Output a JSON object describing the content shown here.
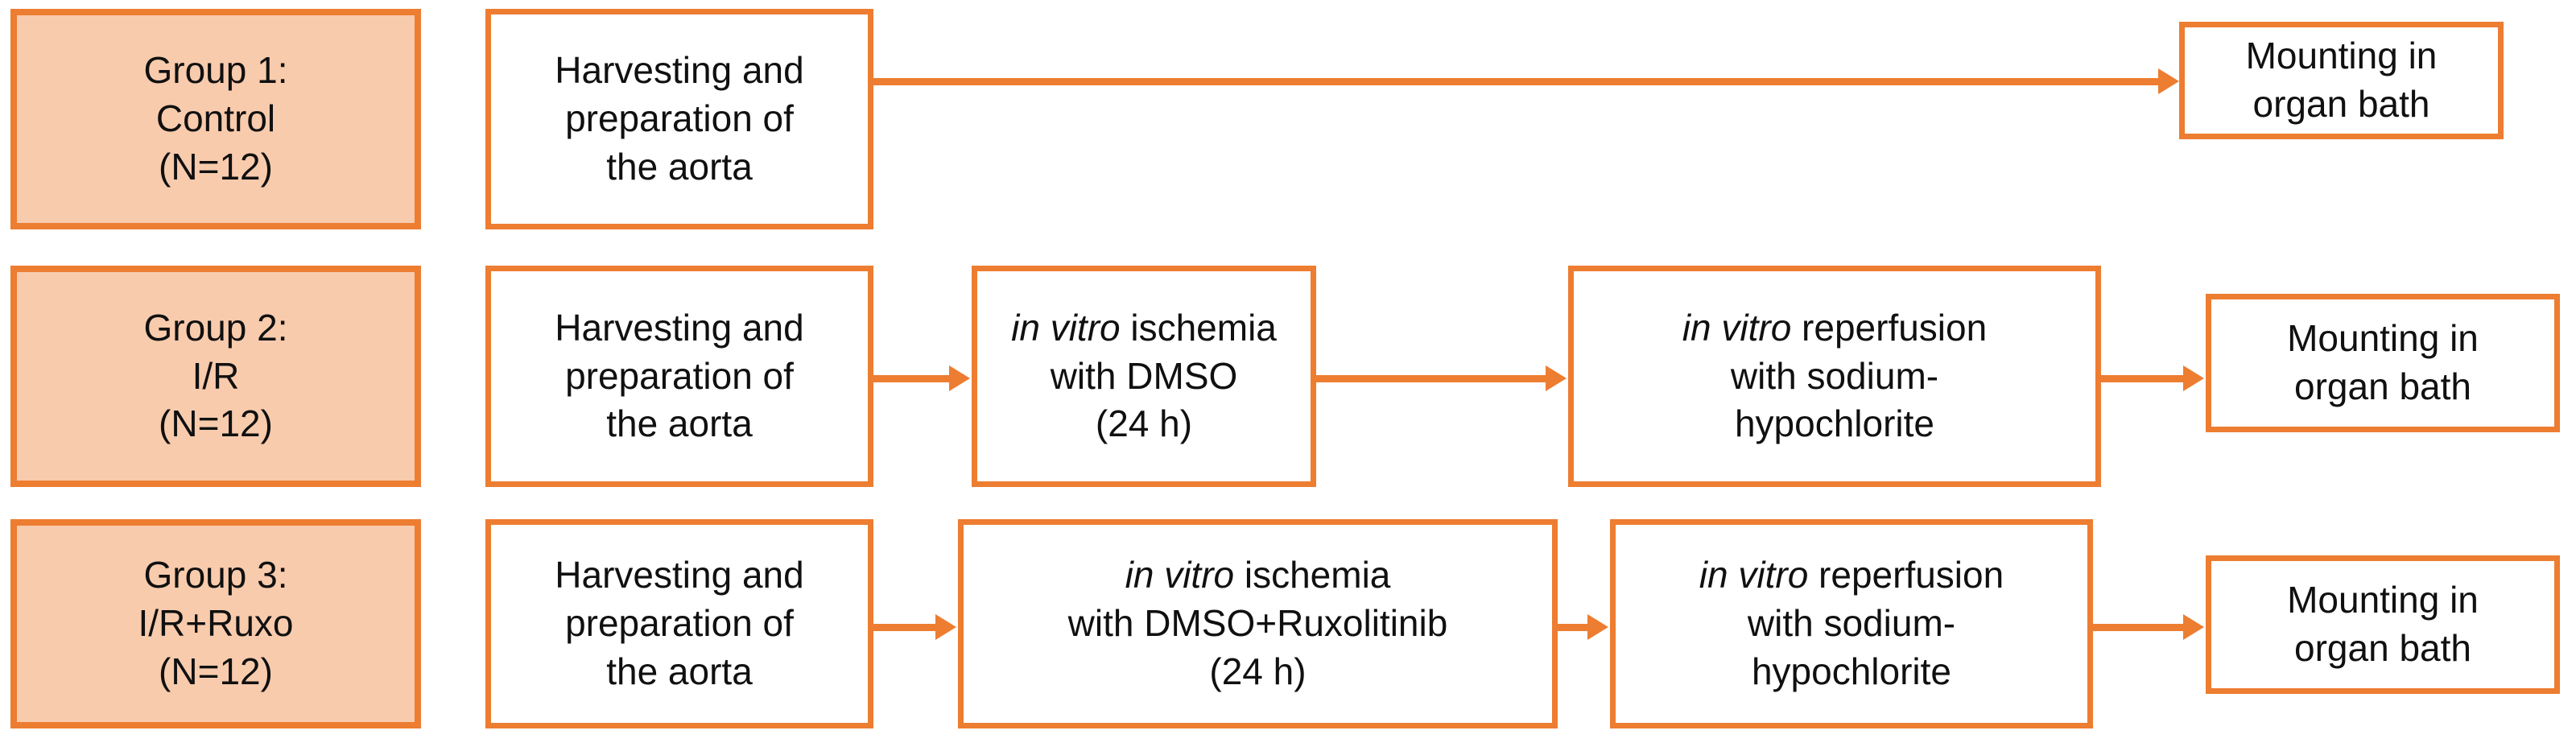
{
  "figure": {
    "type": "experimental-protocol-flow-diagram",
    "colors": {
      "border": "#ED7D31",
      "group_fill": "#F8CBAD",
      "box_fill": "#FFFFFF",
      "text": "#101010",
      "arrow": "#ED7D31"
    }
  },
  "rows": [
    {
      "group": {
        "line1": "Group 1:",
        "line2": "Control",
        "line3": "(N=12)"
      },
      "steps": [
        {
          "lines": [
            {
              "text": "Harvesting and"
            },
            {
              "text": "preparation of"
            },
            {
              "text": "the aorta"
            }
          ]
        },
        {
          "lines": [
            {
              "text": "Mounting in"
            },
            {
              "text": "organ bath"
            }
          ]
        }
      ]
    },
    {
      "group": {
        "line1": "Group 2:",
        "line2": "I/R",
        "line3": "(N=12)"
      },
      "steps": [
        {
          "lines": [
            {
              "text": "Harvesting and"
            },
            {
              "text": "preparation of"
            },
            {
              "text": "the aorta"
            }
          ]
        },
        {
          "lines": [
            {
              "italic": "in vitro",
              "text": " ischemia"
            },
            {
              "text": "with DMSO"
            },
            {
              "text": "(24 h)"
            }
          ]
        },
        {
          "lines": [
            {
              "italic": "in vitro",
              "text": " reperfusion"
            },
            {
              "text": "with sodium-"
            },
            {
              "text": "hypochlorite"
            }
          ]
        },
        {
          "lines": [
            {
              "text": "Mounting in"
            },
            {
              "text": "organ bath"
            }
          ]
        }
      ]
    },
    {
      "group": {
        "line1": "Group 3:",
        "line2": "I/R+Ruxo",
        "line3": "(N=12)"
      },
      "steps": [
        {
          "lines": [
            {
              "text": "Harvesting and"
            },
            {
              "text": "preparation of"
            },
            {
              "text": "the aorta"
            }
          ]
        },
        {
          "lines": [
            {
              "italic": "in vitro",
              "text": " ischemia"
            },
            {
              "text": "with DMSO+Ruxolitinib"
            },
            {
              "text": "(24 h)"
            }
          ]
        },
        {
          "lines": [
            {
              "italic": "in vitro",
              "text": " reperfusion"
            },
            {
              "text": "with sodium-"
            },
            {
              "text": "hypochlorite"
            }
          ]
        },
        {
          "lines": [
            {
              "text": "Mounting in"
            },
            {
              "text": "organ bath"
            }
          ]
        }
      ]
    }
  ],
  "arrow_icon_name": "arrow-right-icon"
}
